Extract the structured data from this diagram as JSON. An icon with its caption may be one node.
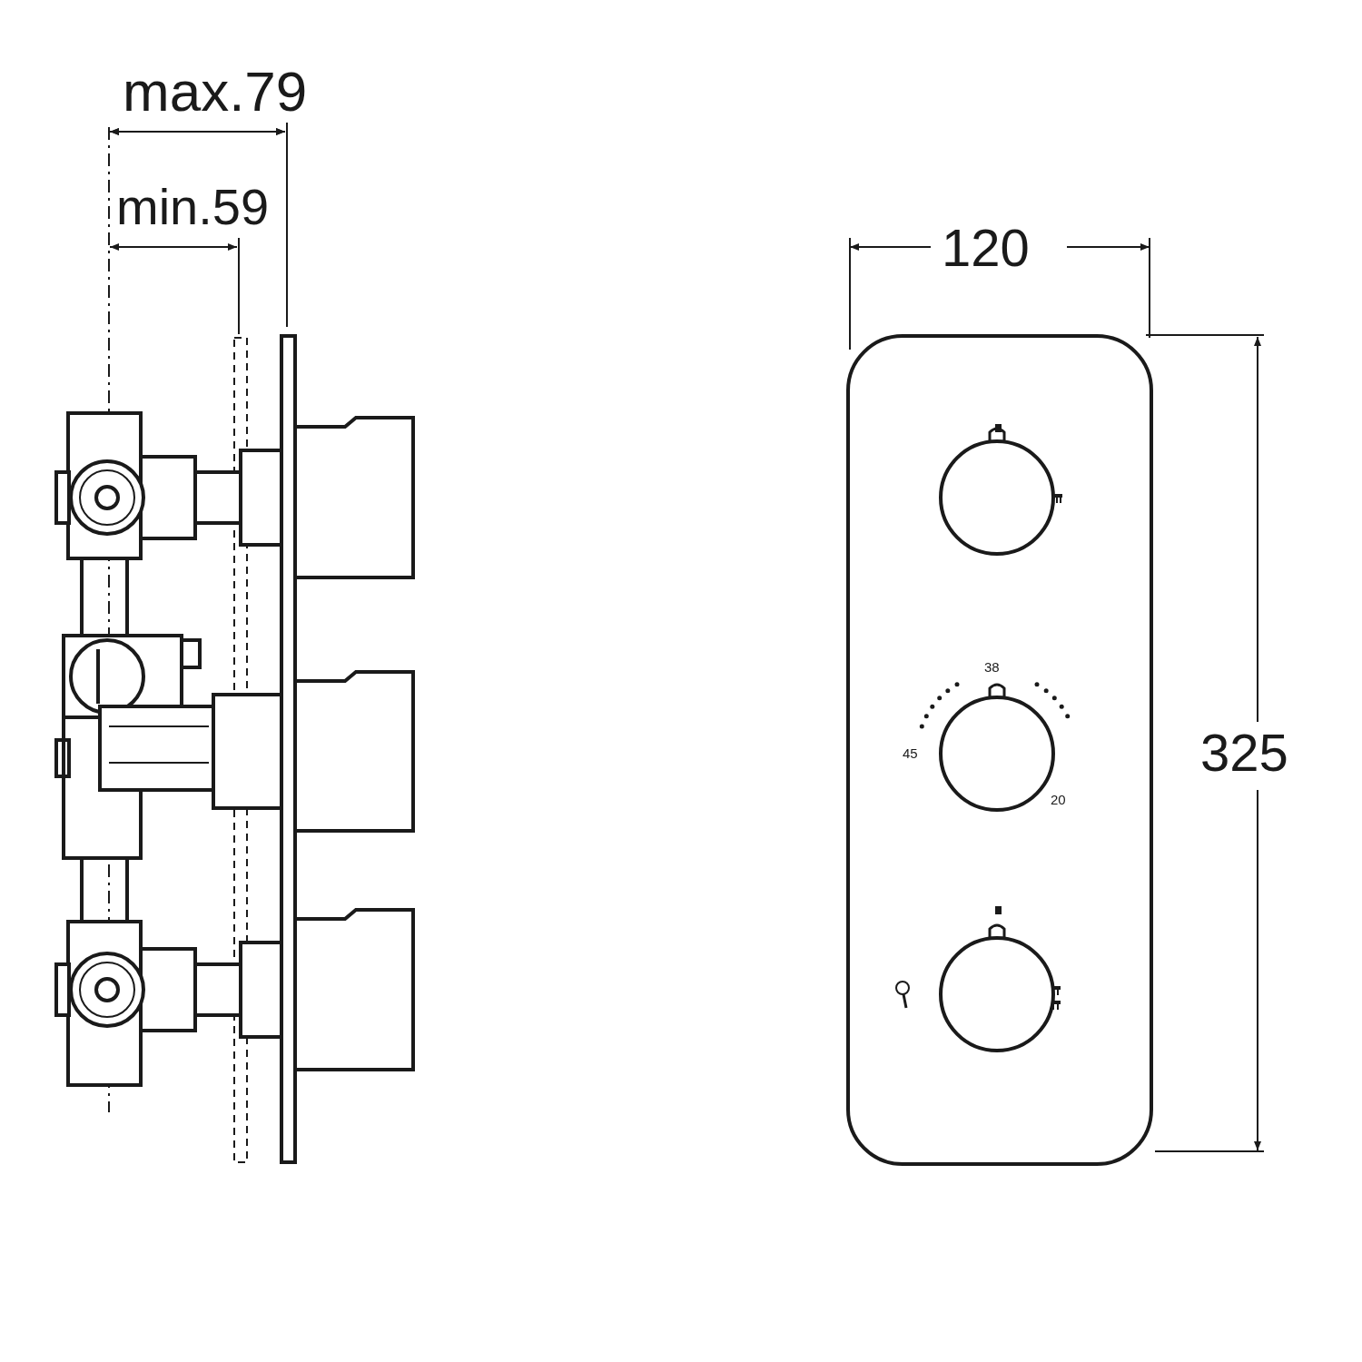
{
  "diagram": {
    "labels": [
      "max.79",
      "min.59",
      "120",
      "325",
      "38",
      "45",
      "20"
    ]
  }
}
